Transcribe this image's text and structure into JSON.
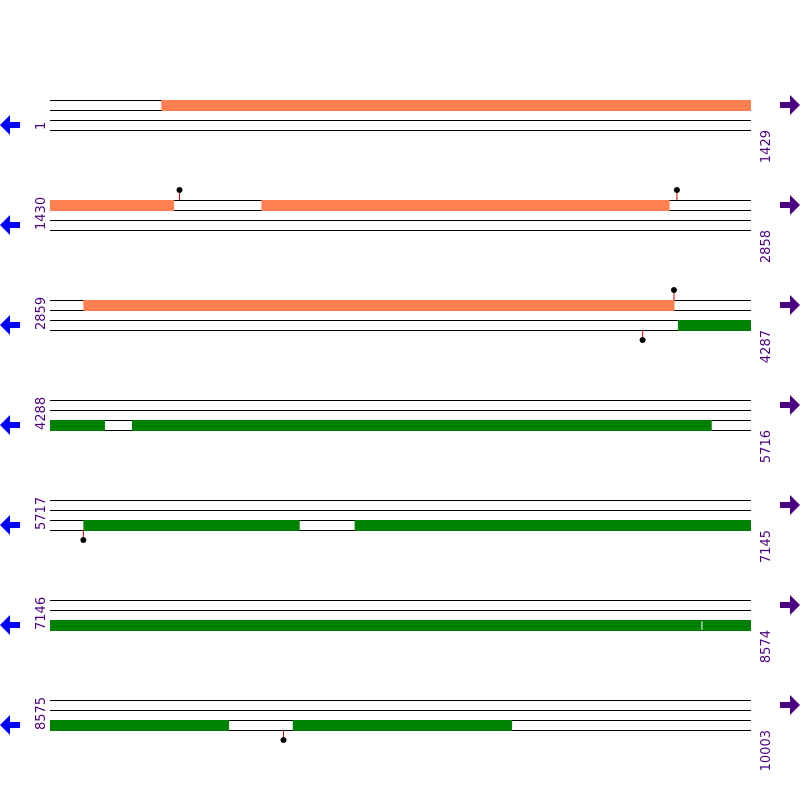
{
  "colors": {
    "forward_feature": "#ff7f50",
    "reverse_feature": "#008000",
    "track_line": "#000000",
    "site_stem": "#cc0000",
    "site_head": "#000000",
    "forward_arrow": "#4b0082",
    "reverse_arrow": "#0000ff",
    "label": "#4b0082"
  },
  "icons": {
    "forward": "arrow-right-icon",
    "reverse": "arrow-left-icon"
  },
  "rows": [
    {
      "start": 1,
      "end": 1429,
      "start_label": "1",
      "end_label": "1429",
      "features": [
        {
          "strand": "forward",
          "from": 228,
          "to": 1429
        }
      ],
      "sites": []
    },
    {
      "start": 1430,
      "end": 2858,
      "start_label": "1430",
      "end_label": "2858",
      "features": [
        {
          "strand": "forward",
          "from": 1430,
          "to": 1682
        },
        {
          "strand": "forward",
          "from": 1861,
          "to": 2692
        }
      ],
      "sites": [
        {
          "strand": "forward",
          "pos": 1694
        },
        {
          "strand": "forward",
          "pos": 2708
        }
      ]
    },
    {
      "start": 2859,
      "end": 4287,
      "start_label": "2859",
      "end_label": "4287",
      "features": [
        {
          "strand": "forward",
          "from": 2927,
          "to": 4131
        },
        {
          "strand": "reverse",
          "from": 4139,
          "to": 4287
        }
      ],
      "sites": [
        {
          "strand": "forward",
          "pos": 4131
        },
        {
          "strand": "reverse",
          "pos": 4067
        }
      ]
    },
    {
      "start": 4288,
      "end": 5716,
      "start_label": "4288",
      "end_label": "5716",
      "features": [
        {
          "strand": "reverse",
          "from": 4288,
          "to": 4399
        },
        {
          "strand": "reverse",
          "from": 4455,
          "to": 5636
        }
      ],
      "sites": []
    },
    {
      "start": 5717,
      "end": 7145,
      "start_label": "5717",
      "end_label": "7145",
      "features": [
        {
          "strand": "reverse",
          "from": 5785,
          "to": 6225
        },
        {
          "strand": "reverse",
          "from": 6338,
          "to": 7145
        }
      ],
      "sites": [
        {
          "strand": "reverse",
          "pos": 5785
        }
      ]
    },
    {
      "start": 7146,
      "end": 8574,
      "start_label": "7146",
      "end_label": "8574",
      "features": [
        {
          "strand": "reverse",
          "from": 7146,
          "to": 8473
        },
        {
          "strand": "reverse",
          "from": 8476,
          "to": 8574
        }
      ],
      "sites": []
    },
    {
      "start": 8575,
      "end": 10003,
      "start_label": "8575",
      "end_label": "10003",
      "features": [
        {
          "strand": "reverse",
          "from": 8575,
          "to": 8939
        },
        {
          "strand": "reverse",
          "from": 9070,
          "to": 9516
        }
      ],
      "sites": [
        {
          "strand": "reverse",
          "pos": 9051
        }
      ]
    }
  ]
}
